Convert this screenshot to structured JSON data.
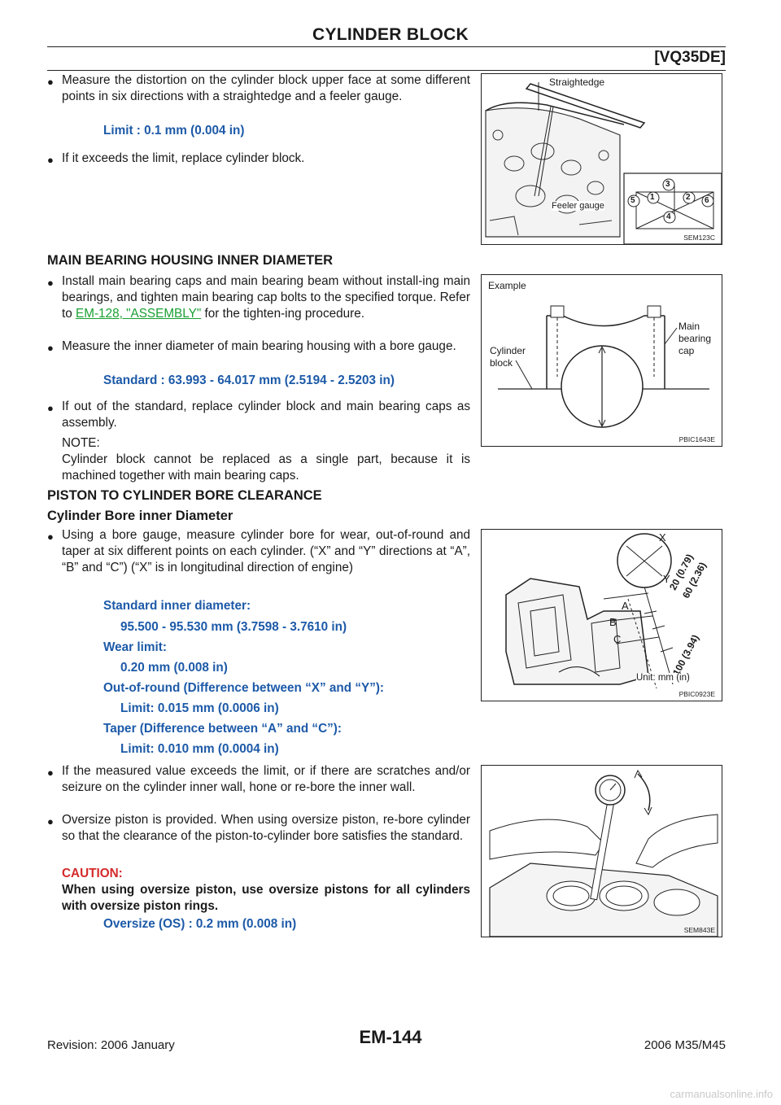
{
  "header": {
    "title": "CYLINDER BLOCK",
    "model": "[VQ35DE]"
  },
  "distortion": {
    "bullet1": "Measure the distortion on the cylinder block upper face at some different points in six directions with a straightedge and a feeler gauge.",
    "limit": "Limit    : 0.1 mm (0.004 in)",
    "bullet2": "If it exceeds the limit, replace cylinder block."
  },
  "main_bearing": {
    "heading": "MAIN BEARING HOUSING INNER DIAMETER",
    "bullet1_pre": "Install main bearing caps and main bearing beam without install-ing main bearings, and tighten main bearing cap bolts to the specified torque. Refer to ",
    "bullet1_link": "EM-128, \"ASSEMBLY\"",
    "bullet1_post": " for the tighten-ing procedure.",
    "bullet2": "Measure the inner diameter of main bearing housing with a bore gauge.",
    "standard": "Standard        : 63.993 - 64.017 mm (2.5194 - 2.5203 in)",
    "bullet3": "If out of the standard, replace cylinder block and main bearing caps as assembly.",
    "note_label": "NOTE:",
    "note_text": "Cylinder block cannot be replaced as a single part, because it is machined together with main bearing caps."
  },
  "piston": {
    "heading": "PISTON TO CYLINDER BORE CLEARANCE",
    "subheading": "Cylinder Bore inner Diameter",
    "bullet1": "Using a bore gauge, measure cylinder bore for wear, out-of-round and taper at six different points on each cylinder. (“X” and “Y” directions at “A”, “B” and “C”) (“X” is in longitudinal direction of engine)",
    "spec_std_label": "Standard inner diameter:",
    "spec_std_value": "95.500 - 95.530 mm (3.7598 - 3.7610 in)",
    "spec_wear_label": "Wear limit:",
    "spec_wear_value": "0.20 mm (0.008 in)",
    "spec_oor_label": "Out-of-round (Difference between “X” and “Y”):",
    "spec_oor_value": "Limit: 0.015 mm (0.0006 in)",
    "spec_taper_label": "Taper (Difference between “A” and “C”):",
    "spec_taper_value": "Limit: 0.010 mm (0.0004 in)",
    "bullet2": "If the measured value exceeds the limit, or if there are scratches and/or seizure on the cylinder inner wall, hone or re-bore the inner wall.",
    "bullet3": "Oversize piston is provided. When using oversize piston, re-bore cylinder so that the clearance of the piston-to-cylinder bore satisfies the standard.",
    "caution_label": "CAUTION:",
    "caution_text": "When using oversize piston, use oversize pistons for all cylinders with oversize piston rings.",
    "oversize": "Oversize (OS)     : 0.2 mm (0.008 in)"
  },
  "figures": {
    "fig1": {
      "code": "SEM123C",
      "label_straightedge": "Straightedge",
      "label_feeler": "Feeler gauge",
      "nums": [
        "1",
        "2",
        "3",
        "4",
        "5",
        "6"
      ]
    },
    "fig2": {
      "code": "PBIC1643E",
      "label_example": "Example",
      "label_cylinder_block_1": "Cylinder",
      "label_cylinder_block_2": "block",
      "label_main_1": "Main",
      "label_main_2": "bearing",
      "label_main_3": "cap"
    },
    "fig3": {
      "code": "PBIC0923E",
      "label_x": "X",
      "label_y": "Y",
      "label_a": "A",
      "label_b": "B",
      "label_c": "C",
      "dim_20": "20 (0.79)",
      "dim_60": "60 (2.36)",
      "dim_100": "100 (3.94)",
      "unit": "Unit: mm (in)"
    },
    "fig4": {
      "code": "SEM843E"
    }
  },
  "footer": {
    "revision": "Revision: 2006 January",
    "page": "EM-144",
    "model": "2006 M35/M45",
    "watermark": "carmanualsonline.info"
  }
}
